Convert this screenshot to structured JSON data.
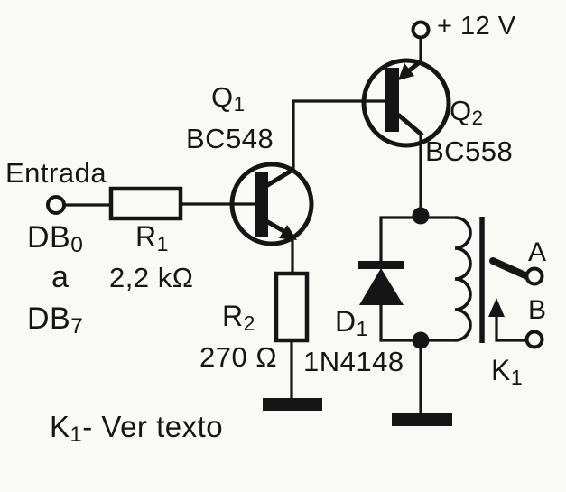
{
  "colors": {
    "ink": "#151515",
    "paper": "#f9f9f6"
  },
  "labels": {
    "input": {
      "title": "Entrada"
    },
    "bus": {
      "db0_main": "DB",
      "db0_sub": "0",
      "range_connector": "a",
      "db7_main": "DB",
      "db7_sub": "7"
    },
    "r1": {
      "ref_main": "R",
      "ref_sub": "1",
      "value": "2,2 kΩ"
    },
    "r2": {
      "ref_main": "R",
      "ref_sub": "2",
      "value": "270 Ω"
    },
    "q1": {
      "ref_main": "Q",
      "ref_sub": "1",
      "part": "BC548"
    },
    "q2": {
      "ref_main": "Q",
      "ref_sub": "2",
      "part": "BC558"
    },
    "d1": {
      "ref_main": "D",
      "ref_sub": "1",
      "part": "1N4148"
    },
    "supply": {
      "value": "+ 12 V"
    },
    "relay": {
      "ref_main": "K",
      "ref_sub": "1",
      "contact_a": "A",
      "contact_b": "B"
    },
    "note": {
      "main": "K",
      "sub": "1",
      "rest": "- Ver texto"
    }
  }
}
